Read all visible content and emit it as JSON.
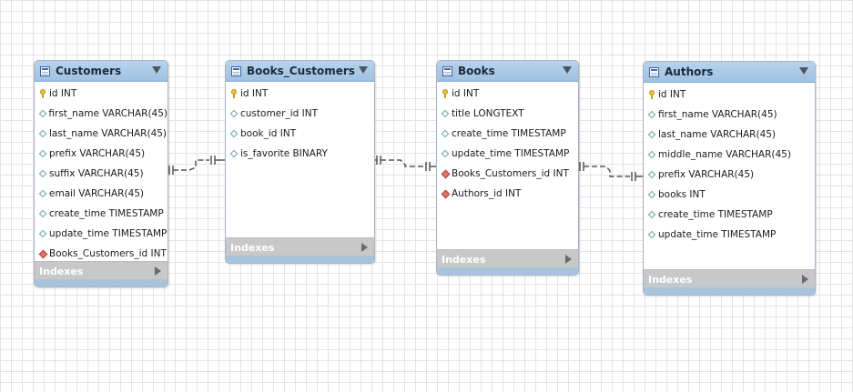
{
  "diagram": {
    "tables": [
      {
        "name": "Customers",
        "columns": [
          {
            "text": "id INT",
            "kind": "primary-key"
          },
          {
            "text": "first_name VARCHAR(45)",
            "kind": "column"
          },
          {
            "text": "last_name VARCHAR(45)",
            "kind": "column"
          },
          {
            "text": "prefix VARCHAR(45)",
            "kind": "column"
          },
          {
            "text": "suffix VARCHAR(45)",
            "kind": "column"
          },
          {
            "text": "email VARCHAR(45)",
            "kind": "column"
          },
          {
            "text": "create_time TIMESTAMP",
            "kind": "column"
          },
          {
            "text": "update_time TIMESTAMP",
            "kind": "column"
          },
          {
            "text": "Books_Customers_id INT",
            "kind": "foreign-key"
          }
        ],
        "indexes_label": "Indexes"
      },
      {
        "name": "Books_Customers",
        "columns": [
          {
            "text": "id INT",
            "kind": "primary-key"
          },
          {
            "text": "customer_id INT",
            "kind": "column"
          },
          {
            "text": "book_id INT",
            "kind": "column"
          },
          {
            "text": "is_favorite BINARY",
            "kind": "column"
          }
        ],
        "indexes_label": "Indexes"
      },
      {
        "name": "Books",
        "columns": [
          {
            "text": "id INT",
            "kind": "primary-key"
          },
          {
            "text": "title LONGTEXT",
            "kind": "column"
          },
          {
            "text": "create_time TIMESTAMP",
            "kind": "column"
          },
          {
            "text": "update_time TIMESTAMP",
            "kind": "column"
          },
          {
            "text": "Books_Customers_id INT",
            "kind": "foreign-key"
          },
          {
            "text": "Authors_id INT",
            "kind": "foreign-key"
          }
        ],
        "indexes_label": "Indexes"
      },
      {
        "name": "Authors",
        "columns": [
          {
            "text": "id INT",
            "kind": "primary-key"
          },
          {
            "text": "first_name VARCHAR(45)",
            "kind": "column"
          },
          {
            "text": "last_name VARCHAR(45)",
            "kind": "column"
          },
          {
            "text": "middle_name VARCHAR(45)",
            "kind": "column"
          },
          {
            "text": "prefix VARCHAR(45)",
            "kind": "column"
          },
          {
            "text": "books INT",
            "kind": "column"
          },
          {
            "text": "create_time TIMESTAMP",
            "kind": "column"
          },
          {
            "text": "update_time TIMESTAMP",
            "kind": "column"
          }
        ],
        "indexes_label": "Indexes"
      }
    ],
    "relationships": [
      {
        "from": "Customers",
        "to": "Books_Customers",
        "cardinality": "one-to-one"
      },
      {
        "from": "Books_Customers",
        "to": "Books",
        "cardinality": "one-to-one"
      },
      {
        "from": "Books",
        "to": "Authors",
        "cardinality": "one-to-one"
      }
    ],
    "colors": {
      "header": "#a9c8e6",
      "indexes_bar": "#c8c8c8",
      "foreign_key": "#d9736d",
      "primary_key": "#e9c43a",
      "connector": "#555555"
    }
  }
}
